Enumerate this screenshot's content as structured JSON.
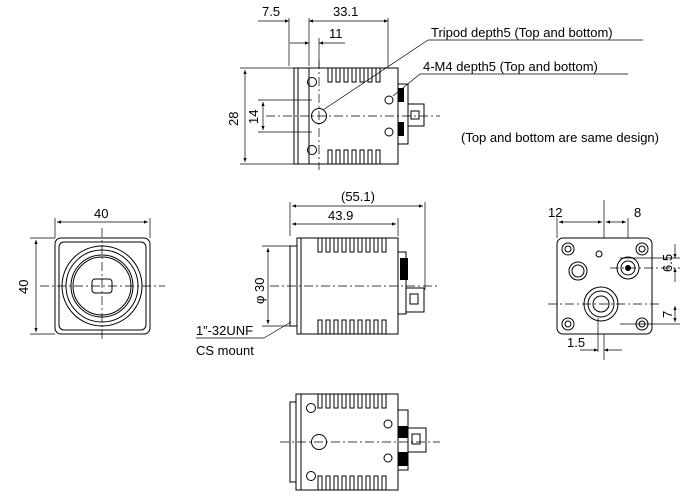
{
  "drawing": {
    "notes": {
      "tripod": "Tripod depth5 (Top and bottom)",
      "m4": "4-M4 depth5 (Top and bottom)",
      "same_design": "(Top and bottom are same design)",
      "thread": "1”-32UNF",
      "mount": "CS mount"
    },
    "top_view": {
      "dim_offset": "7.5",
      "dim_length": "33.1",
      "dim_tripod_pos": "11",
      "dim_height": "28",
      "dim_tripod_span": "14"
    },
    "front_view": {
      "dim_width": "40",
      "dim_height": "40"
    },
    "side_view": {
      "dim_overall": "(55.1)",
      "dim_body": "43.9",
      "dim_diameter": "φ 30"
    },
    "rear_view": {
      "dim_left": "12",
      "dim_right": "8",
      "dim_upper": "6.5",
      "dim_lower": "7",
      "dim_offset": "1.5"
    }
  }
}
